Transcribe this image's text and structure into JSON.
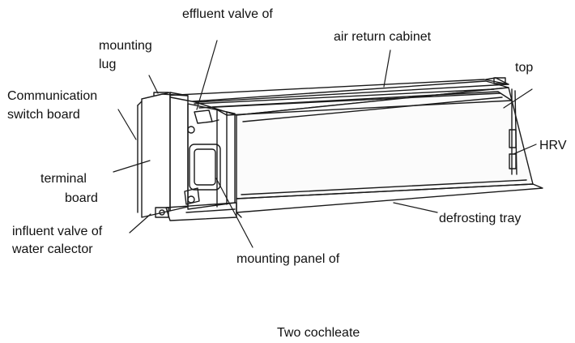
{
  "labels": {
    "effluent_valve": "effluent valve of",
    "mounting_lug_1": "mounting",
    "mounting_lug_2": "lug",
    "air_return_cabinet": "air return cabinet",
    "top": "top",
    "comm_switch_1": "Communication",
    "comm_switch_2": "switch board",
    "hrv": "HRV",
    "terminal_1": "terminal",
    "terminal_2": "board",
    "influent_1": "influent valve of",
    "influent_2": "water calector",
    "defrosting_tray": "defrosting tray",
    "mounting_panel": "mounting panel of",
    "two_cochleate": "Two cochleate"
  }
}
